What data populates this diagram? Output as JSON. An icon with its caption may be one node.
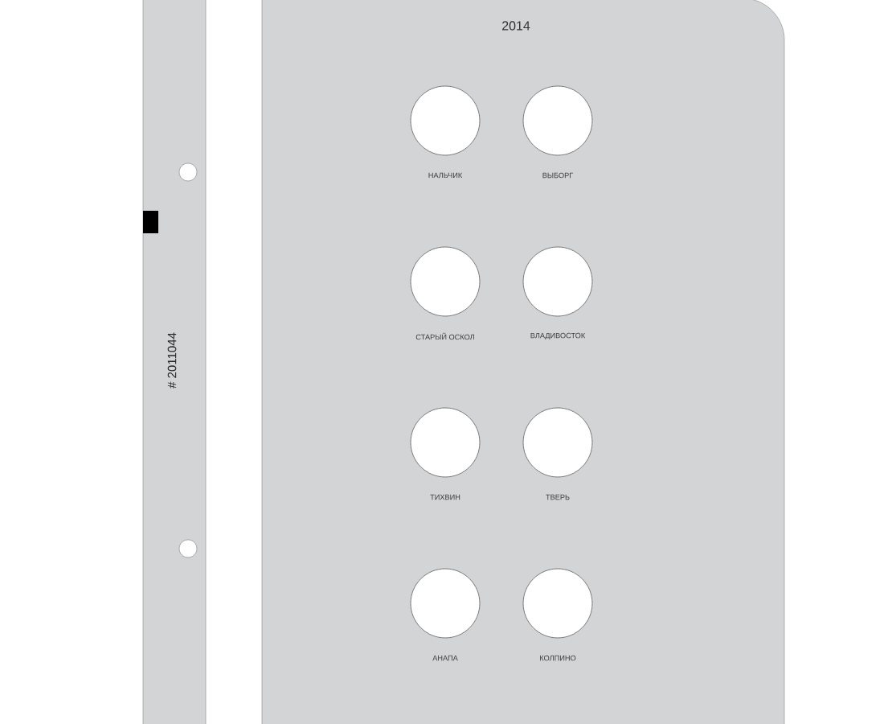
{
  "diagram": {
    "title": "2014",
    "labels": [
      "# 2011044",
      "НАЛЬЧИК",
      "ВЫБОРГ",
      "СТАРЫЙ ОСКОЛ",
      "ВЛАДИВОСТОК",
      "ТИХВИН",
      "ТВЕРЬ",
      "АНАПА",
      "КОЛПИНО"
    ]
  }
}
